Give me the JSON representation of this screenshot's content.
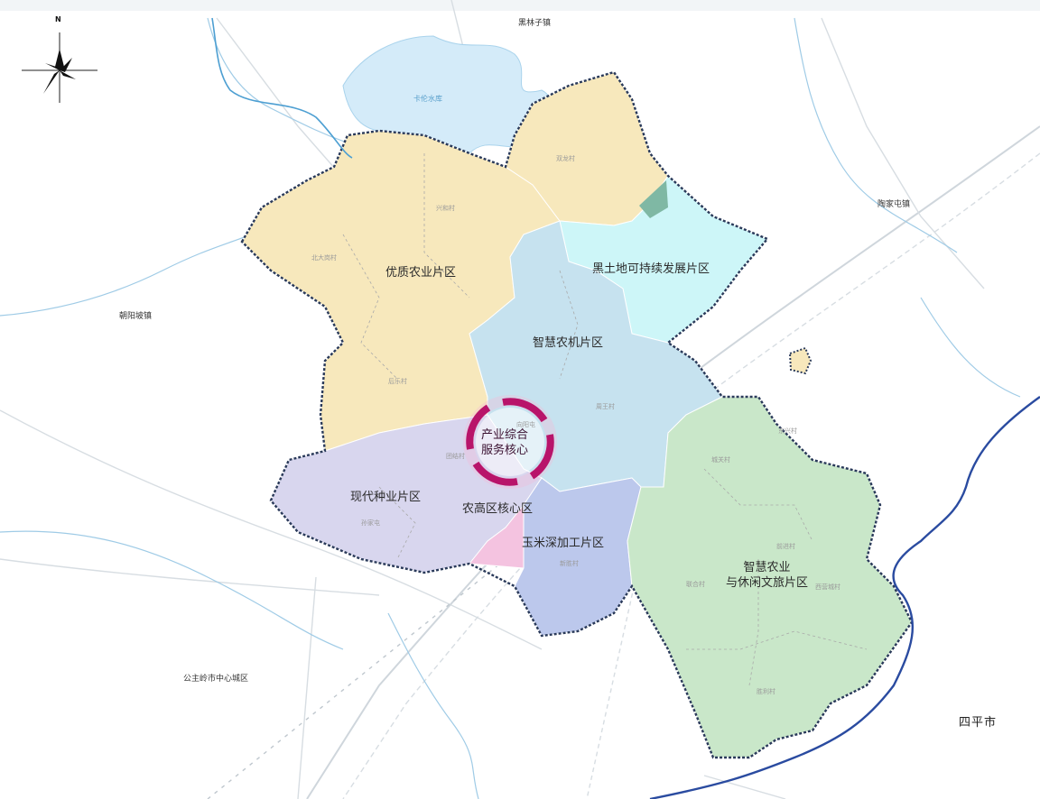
{
  "compass": {
    "north": "N"
  },
  "zones": {
    "quality_agri": "优质农业片区",
    "black_soil": "黑土地可持续发展片区",
    "smart_machinery": "智慧农机片区",
    "modern_seed": "现代种业片区",
    "hightech_core": "农高区核心区",
    "corn_processing": "玉米深加工片区",
    "smart_agri_leisure_l1": "智慧农业",
    "smart_agri_leisure_l2": "与休闲文旅片区"
  },
  "core_center": {
    "line1": "产业综合",
    "line2": "服务核心"
  },
  "places": {
    "town_top": "黑林子镇",
    "town_right": "陶家屯镇",
    "town_left": "朝阳坡镇",
    "city_center": "公主岭市中心城区",
    "city_siping": "四平市",
    "reservoir": "卡伦水库"
  },
  "villages": [
    "双龙村",
    "兴和村",
    "北大岗村",
    "后乐村",
    "周王村",
    "团结村",
    "孙家屯",
    "新胜村",
    "城关村",
    "前进村",
    "联合村",
    "西营城村",
    "东兴村",
    "胜利村",
    "向阳屯"
  ],
  "colors": {
    "quality_agri": "#f7e8bc",
    "black_soil": "#cdf6f8",
    "smart_machinery": "#c6e2ef",
    "modern_seed": "#d8d6ee",
    "hightech_core": "#f4c3e0",
    "corn_processing": "#bcc8ec",
    "smart_agri_leisure": "#c9e7c9",
    "core_ring": "#b8146a",
    "boundary": "#2a3a5a",
    "river": "#4d9fd2"
  }
}
